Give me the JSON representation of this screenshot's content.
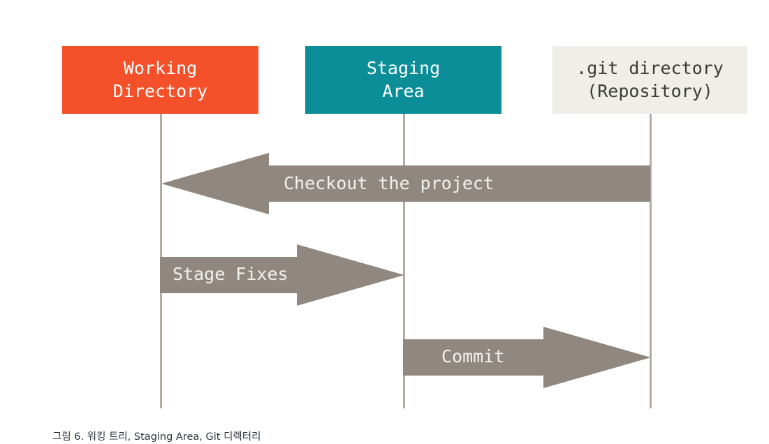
{
  "diagram": {
    "type": "git-workflow-flow-diagram",
    "caption": "그림 6. 워킹 트리, Staging Area, Git 디렉터리",
    "background_color": "#ffffff",
    "lifeline_color": "#b3aca4",
    "arrow_color": "#908880",
    "arrow_label_color": "#f2f1ee"
  },
  "stages": [
    {
      "id": "working-directory",
      "title_line1": "Working",
      "title_line2": "Directory",
      "background_color": "#f4502a",
      "text_color": "#ffffff"
    },
    {
      "id": "staging-area",
      "title_line1": "Staging",
      "title_line2": "Area",
      "background_color": "#0b8e98",
      "text_color": "#ffffff"
    },
    {
      "id": "git-directory",
      "title_line1": ".git directory",
      "title_line2": "(Repository)",
      "background_color": "#efefe7",
      "text_color": "#3b3b3b"
    }
  ],
  "arrows": [
    {
      "id": "checkout",
      "label": "Checkout the project",
      "direction": "left",
      "from": "git-directory",
      "to": "working-directory"
    },
    {
      "id": "stage-fixes",
      "label": "Stage Fixes",
      "direction": "right",
      "from": "working-directory",
      "to": "staging-area"
    },
    {
      "id": "commit",
      "label": "Commit",
      "direction": "right",
      "from": "staging-area",
      "to": "git-directory"
    }
  ]
}
